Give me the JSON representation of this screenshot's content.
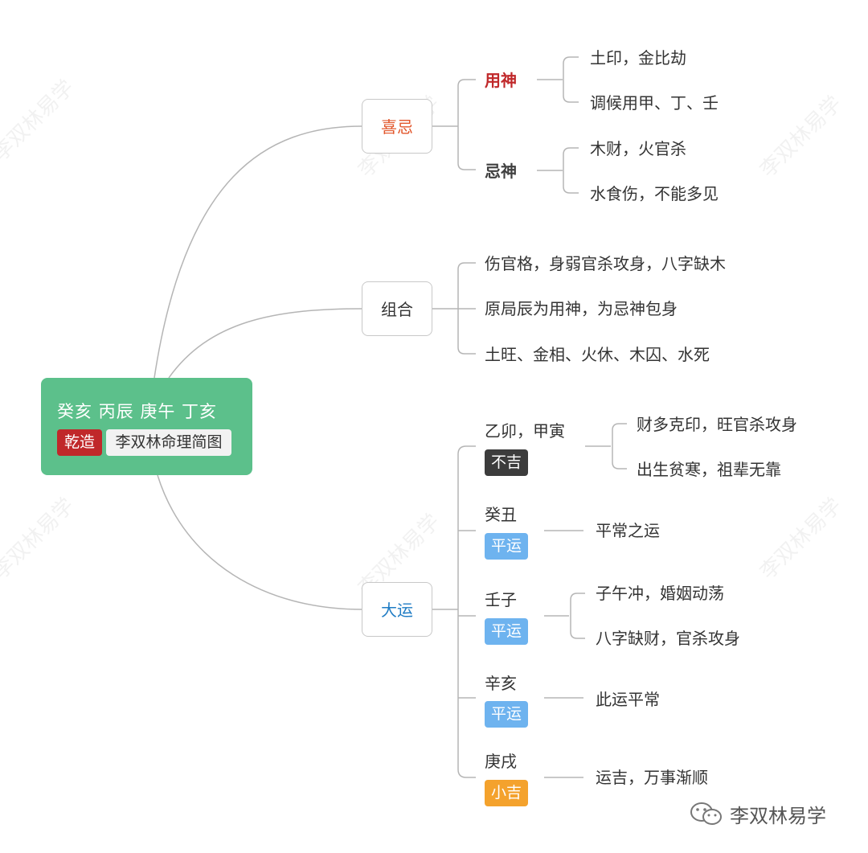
{
  "root": {
    "title": "癸亥 丙辰 庚午 丁亥",
    "tag1": "乾造",
    "tag2": "李双林命理简图"
  },
  "branches": {
    "xiji": {
      "label": "喜忌",
      "yongshen": {
        "label": "用神",
        "items": [
          "土印，金比劫",
          "调候用甲、丁、壬"
        ]
      },
      "jishen": {
        "label": "忌神",
        "items": [
          "木财，火官杀",
          "水食伤，不能多见"
        ]
      }
    },
    "zuhe": {
      "label": "组合",
      "items": [
        "伤官格，身弱官杀攻身，八字缺木",
        "原局辰为用神，为忌神包身",
        "土旺、金相、火休、木囚、水死"
      ]
    },
    "dayun": {
      "label": "大运",
      "periods": [
        {
          "name": "乙卯，甲寅",
          "rating": "不吉",
          "notes": [
            "财多克印，旺官杀攻身",
            "出生贫寒，祖辈无靠"
          ]
        },
        {
          "name": "癸丑",
          "rating": "平运",
          "notes": [
            "平常之运"
          ]
        },
        {
          "name": "壬子",
          "rating": "平运",
          "notes": [
            "子午冲，婚姻动荡",
            "八字缺财，官杀攻身"
          ]
        },
        {
          "name": "辛亥",
          "rating": "平运",
          "notes": [
            "此运平常"
          ]
        },
        {
          "name": "庚戌",
          "rating": "小吉",
          "notes": [
            "运吉，万事渐顺"
          ]
        }
      ]
    }
  },
  "watermark": "李双林易学",
  "footer": "李双林易学",
  "colors": {
    "root_bg": "#5cc08b",
    "tag_red": "#c0282a",
    "xiji": "#e2572c",
    "dayun": "#1f7cc4",
    "bad": "#3c3c3c",
    "normal": "#6eb3ef",
    "good": "#f4a22d"
  }
}
